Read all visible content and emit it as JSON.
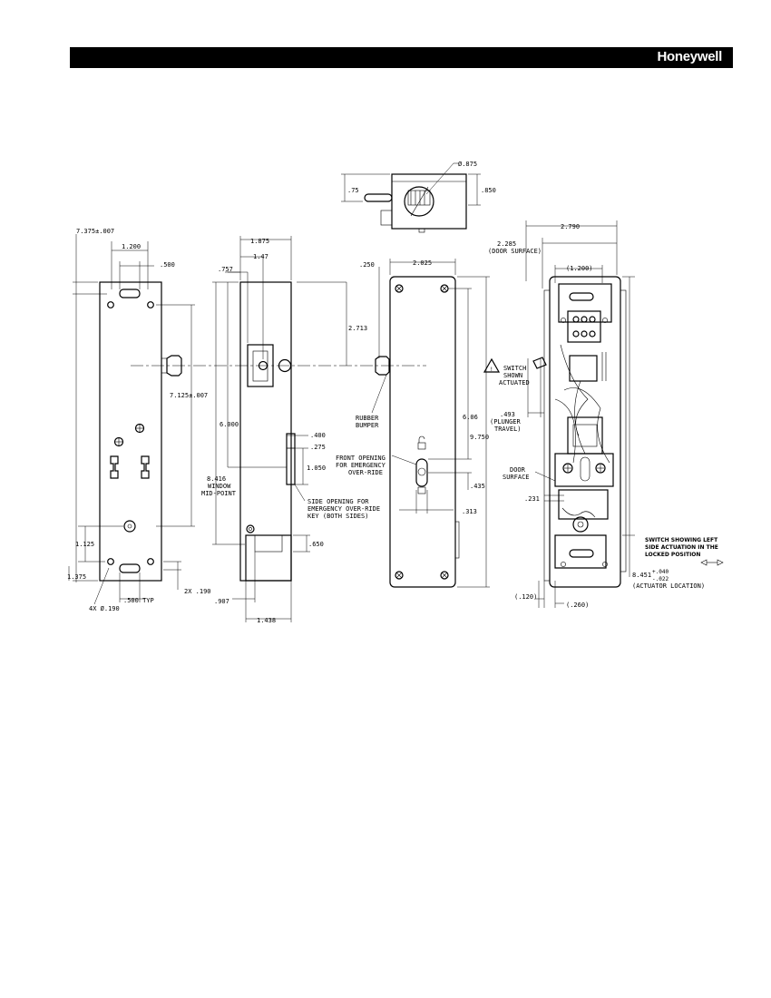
{
  "header": {
    "brand": "Honeywell"
  },
  "dimensions": {
    "top_view_diameter": "Ø.875",
    "top_view_height_left": ".75",
    "top_view_height_right": ".850",
    "v1_overall": "7.375±.007",
    "v1_width_slot": "1.200",
    "v1_slot": ".500",
    "v1_hole_spacing": "7.125±.007",
    "v1_bottom": "1.125",
    "v1_bottom2": "1.375",
    "v1_holes": "4X Ø.190",
    "v1_bottom_typ": ".500 TYP",
    "v1_2x": "2X .190",
    "v2_width": "1.875",
    "v2_147": "1.47",
    "v2_757": ".757",
    "v2_6000": "6.000",
    "v2_8416": "8.416",
    "v2_window_1": "WINDOW",
    "v2_window_2": "MID-POINT",
    "v2_400": ".400",
    "v2_275": ".275",
    "v2_1050": "1.050",
    "v2_650": ".650",
    "v2_907": ".907",
    "v2_1438": "1.438",
    "v2_2713": "2.713",
    "v3_250": ".250",
    "v3_2025": "2.025",
    "v3_606": "6.06",
    "v3_9750": "9.750",
    "v3_435": ".435",
    "v3_313": ".313",
    "v4_2790": "2.790",
    "v4_2285": "2.285",
    "v4_door": "(DOOR SURFACE)",
    "v4_1200": "(1.200)",
    "v4_493": ".493",
    "v4_plunger_1": "(PLUNGER",
    "v4_plunger_2": "TRAVEL)",
    "v4_231": ".231",
    "v4_8451": "8.451",
    "v4_tol_plus": "+.040",
    "v4_tol_minus": "-.022",
    "v4_actuator": "(ACTUATOR LOCATION)",
    "v4_120": "(.120)",
    "v4_260": "(.260)"
  },
  "annotations": {
    "rubber_bumper_1": "RUBBER",
    "rubber_bumper_2": "BUMPER",
    "side_opening_1": "SIDE OPENING FOR",
    "side_opening_2": "EMERGENCY OVER-RIDE",
    "side_opening_3": "KEY (BOTH SIDES)",
    "front_opening_1": "FRONT OPENING",
    "front_opening_2": "FOR EMERGENCY",
    "front_opening_3": "OVER-RIDE",
    "switch_shown_1": "SWITCH",
    "switch_shown_2": "SHOWN",
    "switch_shown_3": "ACTUATED",
    "door_surface_1": "DOOR",
    "door_surface_2": "SURFACE",
    "left_side_1": "SWITCH SHOWING LEFT",
    "left_side_2": "SIDE ACTUATION IN THE",
    "left_side_3": "LOCKED POSITION"
  }
}
